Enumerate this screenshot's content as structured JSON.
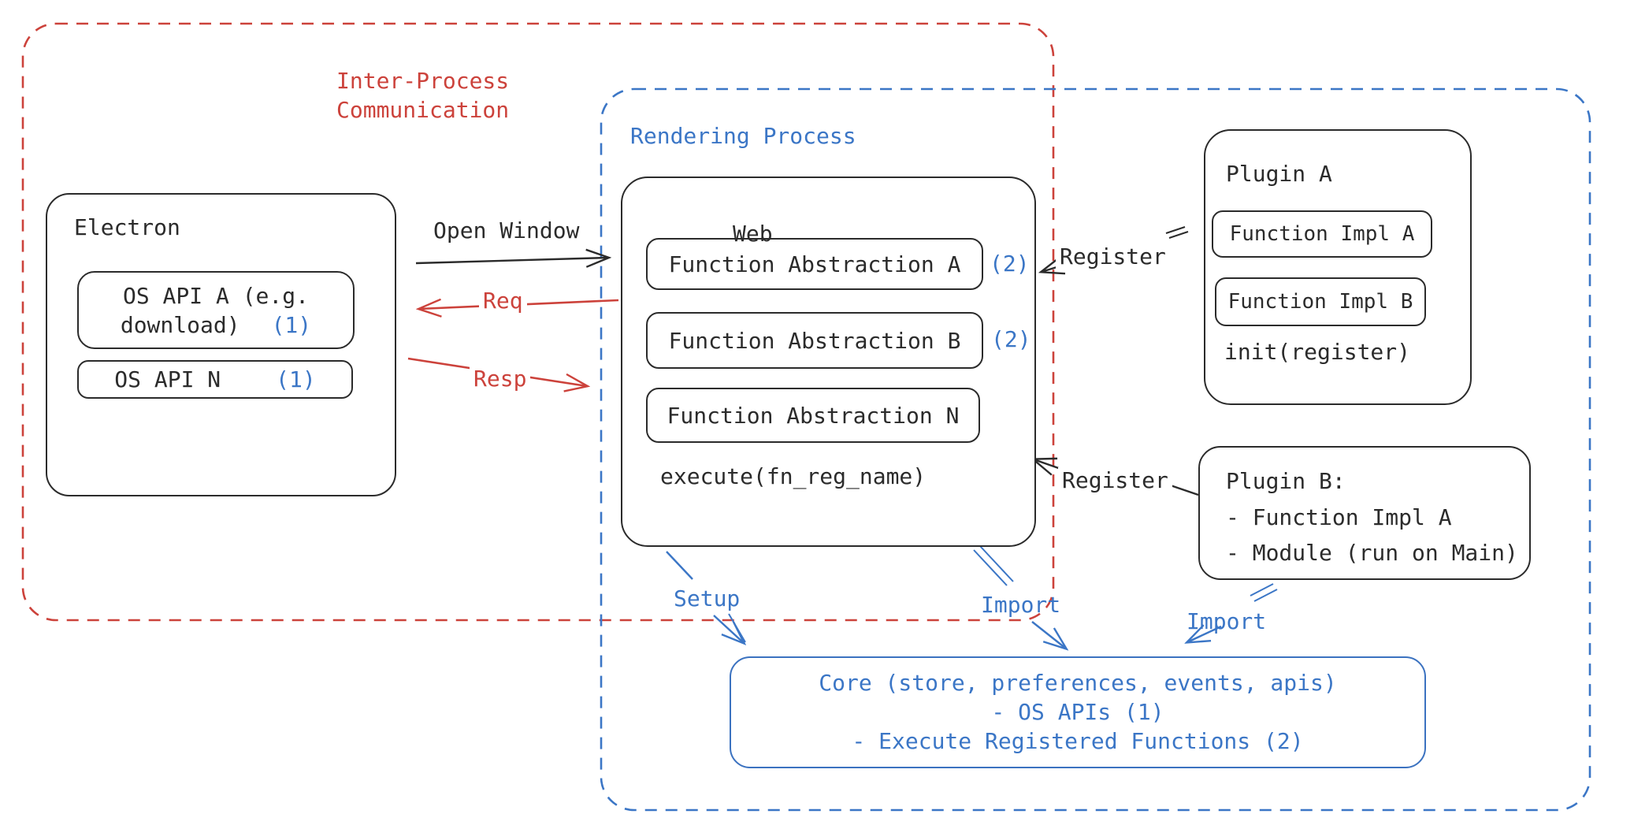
{
  "colors": {
    "red": "#cc423b",
    "blue": "#3b76c6",
    "ink": "#2b2b2b"
  },
  "groups": {
    "ipc": {
      "label_line1": "Inter-Process",
      "label_line2": "Communication"
    },
    "rendering": {
      "label": "Rendering Process"
    }
  },
  "electron": {
    "title": "Electron",
    "os_api_a": {
      "line1": "OS API A (e.g.",
      "line2": "download)",
      "badge": "(1)"
    },
    "os_api_n": {
      "label": "OS API N",
      "badge": "(1)"
    }
  },
  "web": {
    "title": "Web",
    "items": [
      {
        "label": "Function Abstraction A",
        "badge": "(2)"
      },
      {
        "label": "Function Abstraction B",
        "badge": "(2)"
      },
      {
        "label": "Function Abstraction N",
        "badge": ""
      }
    ],
    "footer": "execute(fn_reg_name)"
  },
  "plugin_a": {
    "title": "Plugin A",
    "items": [
      {
        "label": "Function Impl A"
      },
      {
        "label": "Function Impl B"
      }
    ],
    "footer": "init(register)"
  },
  "plugin_b": {
    "title": "Plugin B:",
    "lines": [
      "- Function Impl A",
      "- Module (run on Main)"
    ]
  },
  "core": {
    "lines": [
      "Core (store, preferences, events, apis)",
      "- OS APIs (1)",
      "- Execute Registered Functions (2)"
    ]
  },
  "arrows": {
    "open_window": "Open Window",
    "req": "Req",
    "resp": "Resp",
    "register_top": "Register",
    "register_bottom": "Register",
    "setup": "Setup",
    "import_web": "Import",
    "import_plugin": "Import"
  }
}
